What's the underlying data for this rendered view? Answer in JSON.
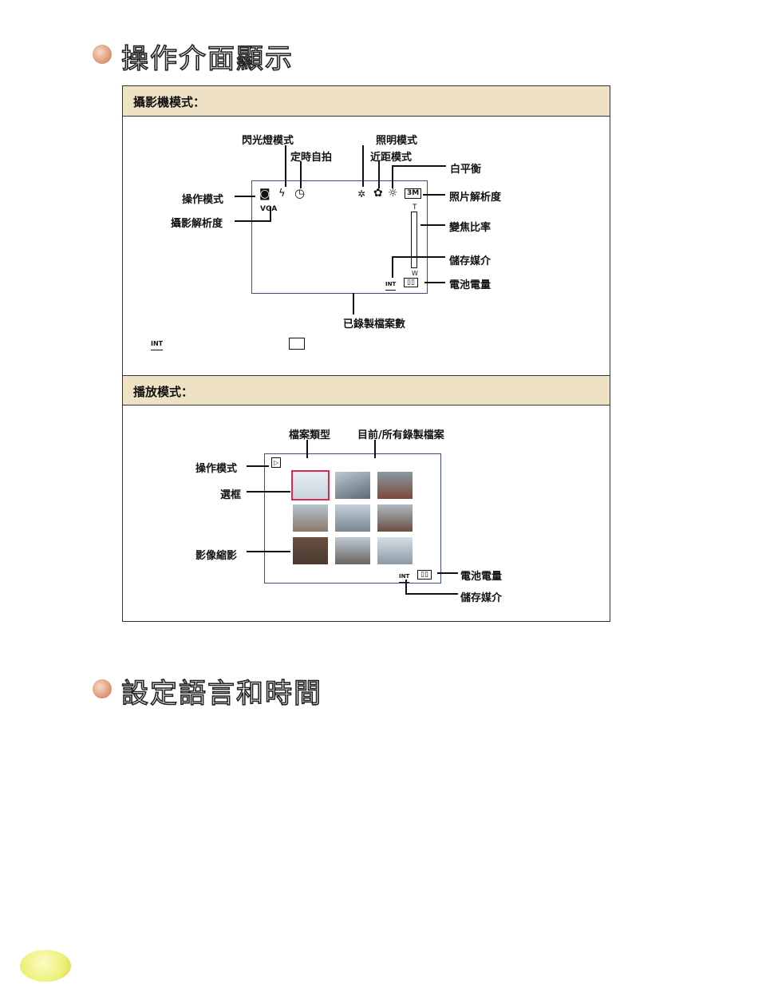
{
  "section1": {
    "title": "操作介面顯示"
  },
  "section2": {
    "title": "設定語言和時間"
  },
  "camera_panel": {
    "header": "攝影機模式：",
    "labels": {
      "flash_mode": "閃光燈模式",
      "self_timer": "定時自拍",
      "lighting_mode": "照明模式",
      "macro_mode": "近距模式",
      "white_balance": "白平衡",
      "operation_mode": "操作模式",
      "photo_resolution": "照片解析度",
      "video_resolution": "攝影解析度",
      "zoom_ratio": "變焦比率",
      "storage_media": "儲存媒介",
      "battery_level": "電池電量",
      "recorded_files": "已錄製檔案數"
    },
    "screen": {
      "resolution_badge": "VGA",
      "photo_res_badge": "3M",
      "zoom_top": "T",
      "zoom_bottom": "W",
      "storage_badge": "INT"
    },
    "legend": {
      "internal": "INT"
    }
  },
  "playback_panel": {
    "header": "播放模式：",
    "labels": {
      "file_type": "檔案類型",
      "current_total": "目前/所有錄製檔案",
      "operation_mode": "操作模式",
      "selection_frame": "選框",
      "thumbnails": "影像縮影",
      "battery_level": "電池電量",
      "storage_media": "儲存媒介"
    },
    "screen": {
      "storage_badge": "INT"
    }
  },
  "colors": {
    "header_band": "#efe1c3",
    "screen_border": "#3c4a93",
    "selection_frame": "#e0254f"
  }
}
